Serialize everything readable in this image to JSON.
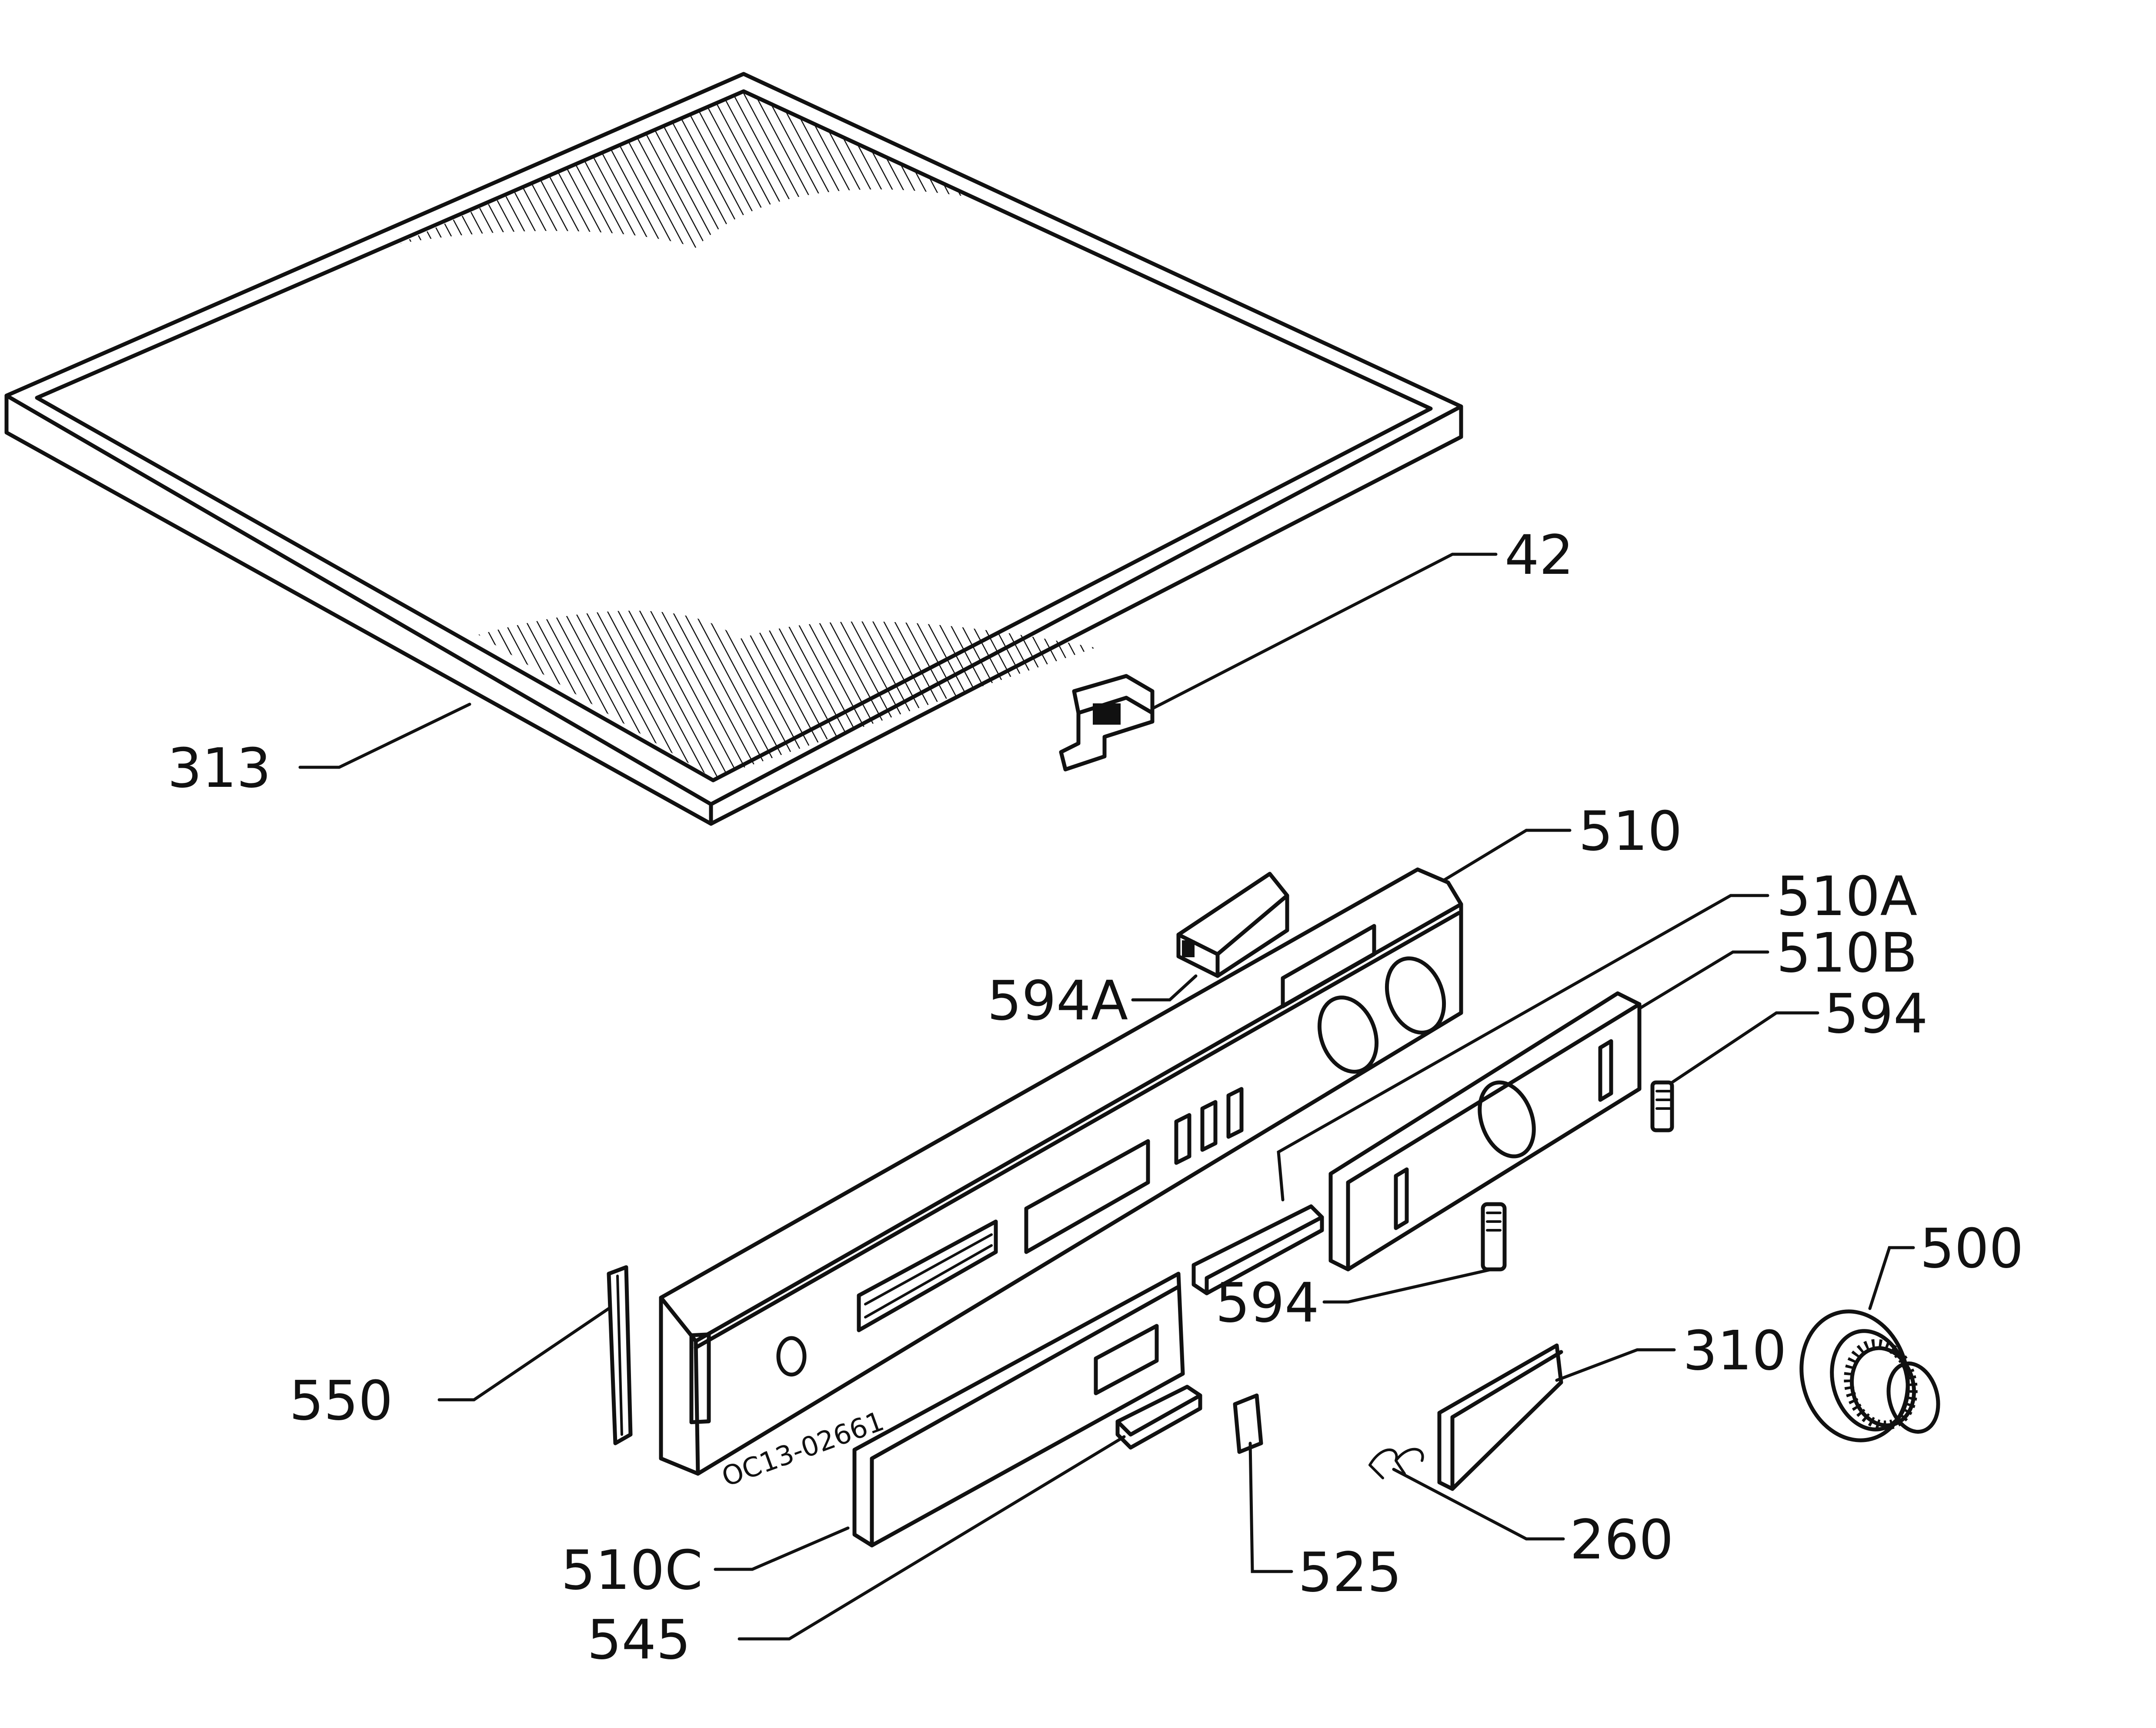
{
  "drawing_code": "OC13-02661",
  "parts": [
    {
      "id": "part-313",
      "label": "313"
    },
    {
      "id": "part-42",
      "label": "42"
    },
    {
      "id": "part-510",
      "label": "510"
    },
    {
      "id": "part-510a",
      "label": "510A"
    },
    {
      "id": "part-510b",
      "label": "510B"
    },
    {
      "id": "part-594a",
      "label": "594A"
    },
    {
      "id": "part-594-right",
      "label": "594"
    },
    {
      "id": "part-594-center",
      "label": "594"
    },
    {
      "id": "part-500",
      "label": "500"
    },
    {
      "id": "part-310",
      "label": "310"
    },
    {
      "id": "part-550",
      "label": "550"
    },
    {
      "id": "part-260",
      "label": "260"
    },
    {
      "id": "part-510c",
      "label": "510C"
    },
    {
      "id": "part-525",
      "label": "525"
    },
    {
      "id": "part-545",
      "label": "545"
    }
  ]
}
